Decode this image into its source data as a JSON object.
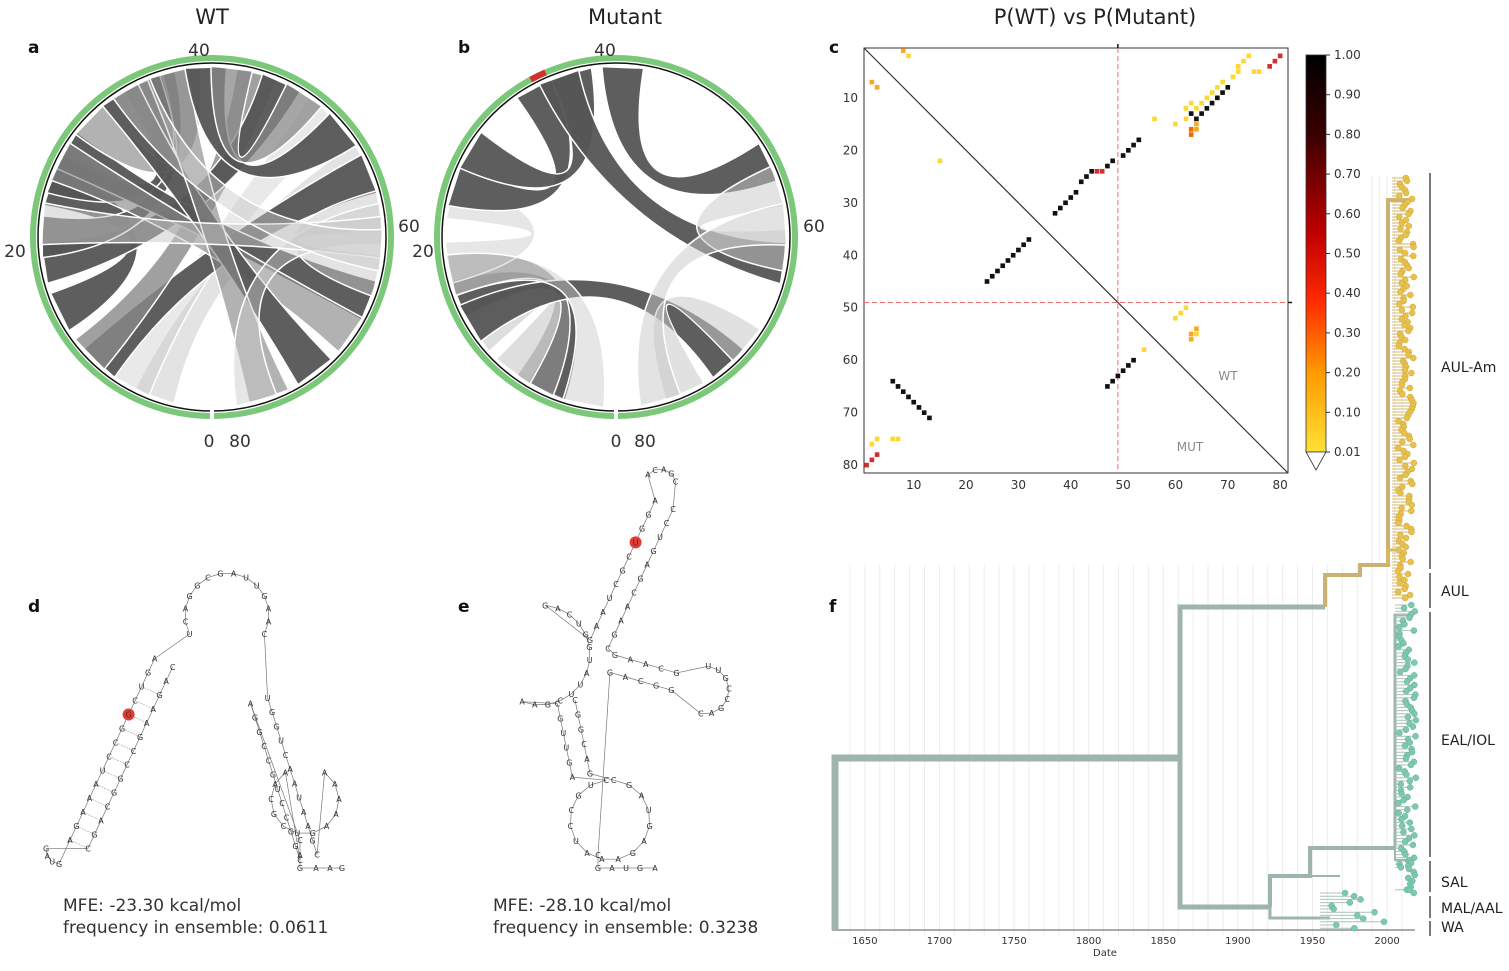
{
  "titles": {
    "wt": "WT",
    "mut": "Mutant",
    "matrix": "P(WT) vs P(Mutant)"
  },
  "panels": {
    "a": "a",
    "b": "b",
    "c": "c",
    "d": "d",
    "e": "e",
    "f": "f"
  },
  "circos": {
    "ticks": [
      "40",
      "20",
      "60",
      "0",
      "80"
    ],
    "wt_arcs": [
      [
        4,
        55,
        0.2
      ],
      [
        6,
        50,
        0.1
      ],
      [
        9,
        56,
        0.75
      ],
      [
        14,
        24,
        0.75
      ],
      [
        10,
        44,
        0.5
      ],
      [
        18,
        46,
        0.75
      ],
      [
        20,
        36,
        0.75
      ],
      [
        25,
        35,
        0.75
      ],
      [
        27,
        66,
        0.75
      ],
      [
        26,
        69,
        0.35
      ],
      [
        30,
        38,
        0.35
      ],
      [
        33,
        73,
        0.75
      ],
      [
        37,
        77,
        0.35
      ],
      [
        40,
        52,
        0.65
      ],
      [
        42,
        48,
        0.45
      ],
      [
        59,
        64,
        0.2
      ],
      [
        60,
        78,
        0.15
      ],
      [
        21,
        61,
        0.2
      ],
      [
        34,
        62,
        0.15
      ]
    ],
    "mut_arcs": [
      [
        5,
        15,
        0.75
      ],
      [
        6,
        17,
        0.45
      ],
      [
        8,
        12,
        0.3
      ],
      [
        13,
        72,
        0.75
      ],
      [
        18,
        23,
        0.15
      ],
      [
        24,
        34,
        0.75
      ],
      [
        27,
        37,
        0.75
      ],
      [
        36,
        63,
        0.75
      ],
      [
        41,
        55,
        0.75
      ],
      [
        57,
        62,
        0.2
      ],
      [
        70,
        76,
        0.25
      ],
      [
        2,
        17,
        0.15
      ],
      [
        60,
        78,
        0.2
      ]
    ]
  },
  "matrix": {
    "size": 81,
    "ticks": [
      "10",
      "20",
      "30",
      "40",
      "50",
      "60",
      "70",
      "80"
    ],
    "labels": {
      "wt": "WT",
      "mut": "MUT"
    },
    "highlight": 49,
    "colorbar_ticks": [
      "1.00",
      "0.90",
      "0.80",
      "0.70",
      "0.60",
      "0.50",
      "0.40",
      "0.30",
      "0.20",
      "0.10",
      "0.01"
    ],
    "wt_upper": [
      [
        24,
        45,
        1
      ],
      [
        25,
        44,
        1
      ],
      [
        26,
        43,
        1
      ],
      [
        27,
        42,
        1
      ],
      [
        28,
        41,
        1
      ],
      [
        29,
        40,
        1
      ],
      [
        30,
        39,
        1
      ],
      [
        31,
        38,
        1
      ],
      [
        32,
        37,
        1
      ],
      [
        37,
        32,
        1
      ],
      [
        38,
        31,
        1
      ],
      [
        39,
        30,
        1
      ],
      [
        40,
        29,
        1
      ],
      [
        41,
        28,
        1
      ],
      [
        42,
        26,
        1
      ],
      [
        43,
        25,
        1
      ],
      [
        44,
        24,
        1
      ],
      [
        45,
        24,
        0.45
      ],
      [
        46,
        24,
        0.45
      ],
      [
        47,
        23,
        1
      ],
      [
        48,
        22,
        1
      ],
      [
        50,
        21,
        1
      ],
      [
        51,
        20,
        1
      ],
      [
        52,
        19,
        1
      ],
      [
        53,
        18,
        1
      ],
      [
        62,
        14,
        0.05
      ],
      [
        60,
        15,
        0.05
      ],
      [
        56,
        14,
        0.05
      ],
      [
        63,
        13,
        1
      ],
      [
        64,
        14,
        1
      ],
      [
        65,
        13,
        1
      ],
      [
        66,
        12,
        1
      ],
      [
        67,
        11,
        1
      ],
      [
        68,
        10,
        1
      ],
      [
        69,
        9,
        1
      ],
      [
        70,
        8,
        1
      ],
      [
        63,
        16,
        0.2
      ],
      [
        63,
        17,
        0.3
      ],
      [
        64,
        15,
        0.15
      ],
      [
        64,
        16,
        0.1
      ],
      [
        65,
        11,
        0.05
      ],
      [
        64,
        12,
        0.05
      ],
      [
        63,
        11,
        0.05
      ],
      [
        62,
        12,
        0.05
      ],
      [
        66,
        10,
        0.05
      ],
      [
        67,
        9,
        0.05
      ],
      [
        68,
        8,
        0.05
      ],
      [
        69,
        7,
        0.05
      ],
      [
        71,
        6,
        0.05
      ],
      [
        72,
        5,
        0.05
      ],
      [
        72,
        4,
        0.05
      ],
      [
        73,
        3,
        0.05
      ],
      [
        74,
        2,
        0.05
      ],
      [
        75,
        5,
        0.05
      ],
      [
        76,
        5,
        0.05
      ],
      [
        78,
        4,
        0.45
      ],
      [
        79,
        3,
        0.45
      ],
      [
        80,
        2,
        0.45
      ],
      [
        15,
        22,
        0.05
      ],
      [
        2,
        7,
        0.1
      ],
      [
        3,
        8,
        0.1
      ],
      [
        8,
        1,
        0.1
      ],
      [
        9,
        2,
        0.05
      ]
    ],
    "mut_lower": [
      [
        13,
        71,
        1
      ],
      [
        12,
        70,
        1
      ],
      [
        11,
        69,
        1
      ],
      [
        10,
        68,
        1
      ],
      [
        9,
        67,
        1
      ],
      [
        8,
        66,
        1
      ],
      [
        7,
        65,
        1
      ],
      [
        6,
        64,
        1
      ],
      [
        1,
        80,
        0.45
      ],
      [
        2,
        79,
        0.45
      ],
      [
        3,
        78,
        0.45
      ],
      [
        2,
        76,
        0.05
      ],
      [
        3,
        75,
        0.05
      ],
      [
        6,
        75,
        0.05
      ],
      [
        7,
        75,
        0.05
      ],
      [
        47,
        65,
        1
      ],
      [
        48,
        64,
        1
      ],
      [
        49,
        63,
        1
      ],
      [
        50,
        62,
        1
      ],
      [
        51,
        61,
        1
      ],
      [
        52,
        60,
        1
      ],
      [
        54,
        58,
        0.05
      ],
      [
        60,
        52,
        0.05
      ],
      [
        61,
        51,
        0.05
      ],
      [
        62,
        50,
        0.05
      ],
      [
        63,
        55,
        0.1
      ],
      [
        63,
        56,
        0.15
      ],
      [
        64,
        54,
        0.1
      ],
      [
        64,
        55,
        0.05
      ]
    ]
  },
  "rna": {
    "wt_info": {
      "mfe": "MFE: -23.30 kcal/mol",
      "freq": "frequency in ensemble: 0.0611"
    },
    "mut_info": {
      "mfe": "MFE: -28.10 kcal/mol",
      "freq": "frequency in ensemble: 0.3238"
    },
    "wt_seq": "CAGAAGCCGGCAGCGAUGAGAAAUCCGGCUGAUCAGGCGAUUGAACUGGUCAAUAAGCAAAAAGUCGCAACGGCCUGCCGGA",
    "mut_seq": "CGGCAGCGAUGAGAAAUCCGUCAGUUGCAAGCUUAUGGUCAGGAAUCGCUGGAACAGCCCUGAGCAAGCGAACGUUGCCGA"
  },
  "tree": {
    "axis_label": "Date",
    "years": [
      "1650",
      "1700",
      "1750",
      "1800",
      "1850",
      "1900",
      "1950",
      "2000"
    ],
    "clades": [
      "AUL-Am",
      "AUL",
      "EAL/IOL",
      "SAL",
      "MAL/AAL",
      "WA"
    ],
    "colors": {
      "yellow": "#e8c04a",
      "teal": "#7ec8b2",
      "branch": "#9db5ac",
      "highlight": "#e53935"
    }
  }
}
